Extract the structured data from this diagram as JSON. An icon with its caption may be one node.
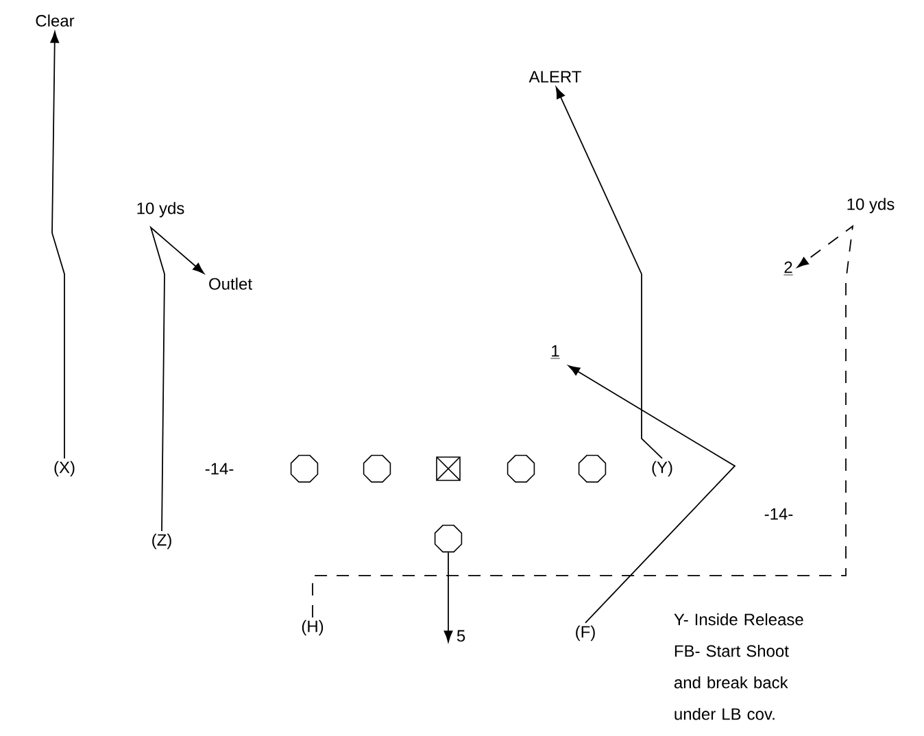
{
  "diagram": {
    "nodes": [
      {
        "text": [
          "Clear"
        ]
      },
      {
        "text": [
          "ALERT"
        ]
      },
      {
        "text": [
          "Outlet"
        ]
      },
      {
        "text": [
          "2"
        ]
      },
      {
        "text": [
          "1"
        ]
      },
      {
        "text": [
          "(X)"
        ]
      },
      {
        "text": [],
        "shape": "octagon"
      },
      {
        "text": [],
        "shape": "octagon"
      },
      {
        "text": [],
        "shape": "box"
      },
      {
        "text": [],
        "shape": "octagon"
      },
      {
        "text": [],
        "shape": "octagon"
      },
      {
        "text": [
          "(Y)"
        ]
      },
      {
        "text": [
          "(Z)"
        ]
      },
      {
        "text": [],
        "shape": "octagon"
      },
      {
        "text": [
          "(H)"
        ]
      },
      {
        "text": [
          "5"
        ]
      },
      {
        "text": [
          "(F)"
        ]
      }
    ],
    "edges": [
      {
        "from": 5,
        "to": 0,
        "arrow": "to"
      },
      {
        "from": 12,
        "to": 2,
        "arrow": "to"
      },
      {
        "from": 11,
        "to": 1,
        "arrow": "to"
      },
      {
        "from": 16,
        "to": 4,
        "arrow": "to"
      },
      {
        "from": 14,
        "to": 3,
        "arrow": "to",
        "style": "dashed"
      },
      {
        "from": 13,
        "to": 15,
        "arrow": "to"
      }
    ],
    "labels": [
      "10 yds",
      "10 yds",
      "-14-",
      "-14-",
      "Y- Inside Release",
      "FB- Start Shoot and break back under LB cov."
    ]
  }
}
